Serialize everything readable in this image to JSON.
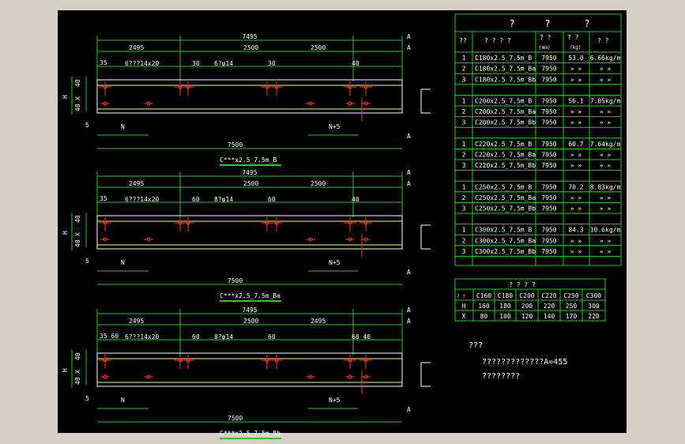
{
  "beams": [
    {
      "title": "C***x2.5_7.5m_B",
      "dim_top": "7495",
      "seg1": "2495",
      "seg2": "2500",
      "seg3": "2500",
      "dim_bottom": "7500",
      "holes_label": "6???14x20",
      "bolt_label": "6?φ14",
      "d35": "35",
      "d30a": "30",
      "d30b": "30",
      "d40a": "40",
      "d40b": "40",
      "n": "N",
      "n5": "N+5",
      "five": "5",
      "h": "H",
      "x": "X",
      "forty1": "40",
      "forty2": "40",
      "a": "A"
    },
    {
      "title": "C***x2.5_7.5m_Ba",
      "dim_top": "7495",
      "seg1": "2495",
      "seg2": "2500",
      "seg3": "2500",
      "dim_bottom": "7500",
      "holes_label": "6???14x20",
      "bolt_label": "8?φ14",
      "d35": "35",
      "d30a": "60",
      "d30b": "60",
      "d40a": "40",
      "d40b": "40",
      "n": "N",
      "n5": "N+5",
      "five": "5",
      "h": "H",
      "x": "X",
      "forty1": "40",
      "forty2": "40",
      "a": "A"
    },
    {
      "title": "C***x2.5_7.5m_Bb",
      "dim_top": "7495",
      "seg1": "2495",
      "seg2": "2500",
      "seg3": "2495",
      "dim_bottom": "7500",
      "holes_label": "6???14x20",
      "bolt_label": "8?φ14",
      "d35": "35 60",
      "d30a": "60",
      "d30b": "60",
      "d40a": "60 40",
      "d40b": "40",
      "n": "N",
      "n5": "N+5",
      "five": "5",
      "h": "H",
      "x": "X",
      "forty1": "40",
      "forty2": "40",
      "a": "A"
    }
  ],
  "spec_table": {
    "header": [
      "?",
      "?",
      "?"
    ],
    "subheader": [
      "??",
      "? ? ? ?",
      "? ?",
      "? ?",
      "? ?"
    ],
    "units": [
      "(mm)",
      "(kg)"
    ],
    "rows": [
      [
        "1",
        "C180x2.5_7.5m_B",
        "7950",
        "53.0",
        "6.66kg/m"
      ],
      [
        "2",
        "C180x2.5_7.5m_Ba",
        "7950",
        "» »",
        "» »"
      ],
      [
        "3",
        "C180x2.5_7.5m_Bb",
        "7950",
        "» »",
        "» »"
      ],
      [
        "",
        "",
        "",
        "",
        ""
      ],
      [
        "1",
        "C200x2.5_7.5m_B",
        "7950",
        "56.1",
        "7.05kg/m"
      ],
      [
        "2",
        "C200x2.5_7.5m_Ba",
        "7950",
        "» »",
        "» »"
      ],
      [
        "3",
        "C200x2.5_7.5m_Bb",
        "7950",
        "» »",
        "» »"
      ],
      [
        "",
        "",
        "",
        "",
        ""
      ],
      [
        "1",
        "C220x2.5_7.5m_B",
        "7950",
        "60.7",
        "7.64kg/m"
      ],
      [
        "2",
        "C220x2.5_7.5m_Ba",
        "7950",
        "» »",
        "» »"
      ],
      [
        "3",
        "C220x2.5_7.5m_Bb",
        "7950",
        "» »",
        "» »"
      ],
      [
        "",
        "",
        "",
        "",
        ""
      ],
      [
        "1",
        "C250x2.5_7.5m_B",
        "7950",
        "70.2",
        "8.83kg/m"
      ],
      [
        "2",
        "C250x2.5_7.5m_Ba",
        "7950",
        "» »",
        "» »"
      ],
      [
        "3",
        "C250x2.5_7.5m_Bb",
        "7950",
        "» »",
        "» »"
      ],
      [
        "",
        "",
        "",
        "",
        ""
      ],
      [
        "1",
        "C300x2.5_7.5m_B",
        "7950",
        "84.3",
        "10.6kg/m"
      ],
      [
        "2",
        "C300x2.5_7.5m_Ba",
        "7950",
        "» »",
        "» »"
      ],
      [
        "3",
        "C300x2.5_7.5m_Bb",
        "7950",
        "» »",
        "» »"
      ]
    ]
  },
  "size_table": {
    "title": "? ? ? ?",
    "corner": "? ?",
    "cols": [
      "C160",
      "C180",
      "C200",
      "C220",
      "C250",
      "C300"
    ],
    "rows": [
      {
        "label": "H",
        "values": [
          "160",
          "180",
          "200",
          "220",
          "250",
          "300"
        ]
      },
      {
        "label": "X",
        "values": [
          "80",
          "100",
          "120",
          "140",
          "170",
          "220"
        ]
      }
    ]
  },
  "notes": {
    "title": "???",
    "line1": "?????????????A=455",
    "line2": "????????"
  }
}
